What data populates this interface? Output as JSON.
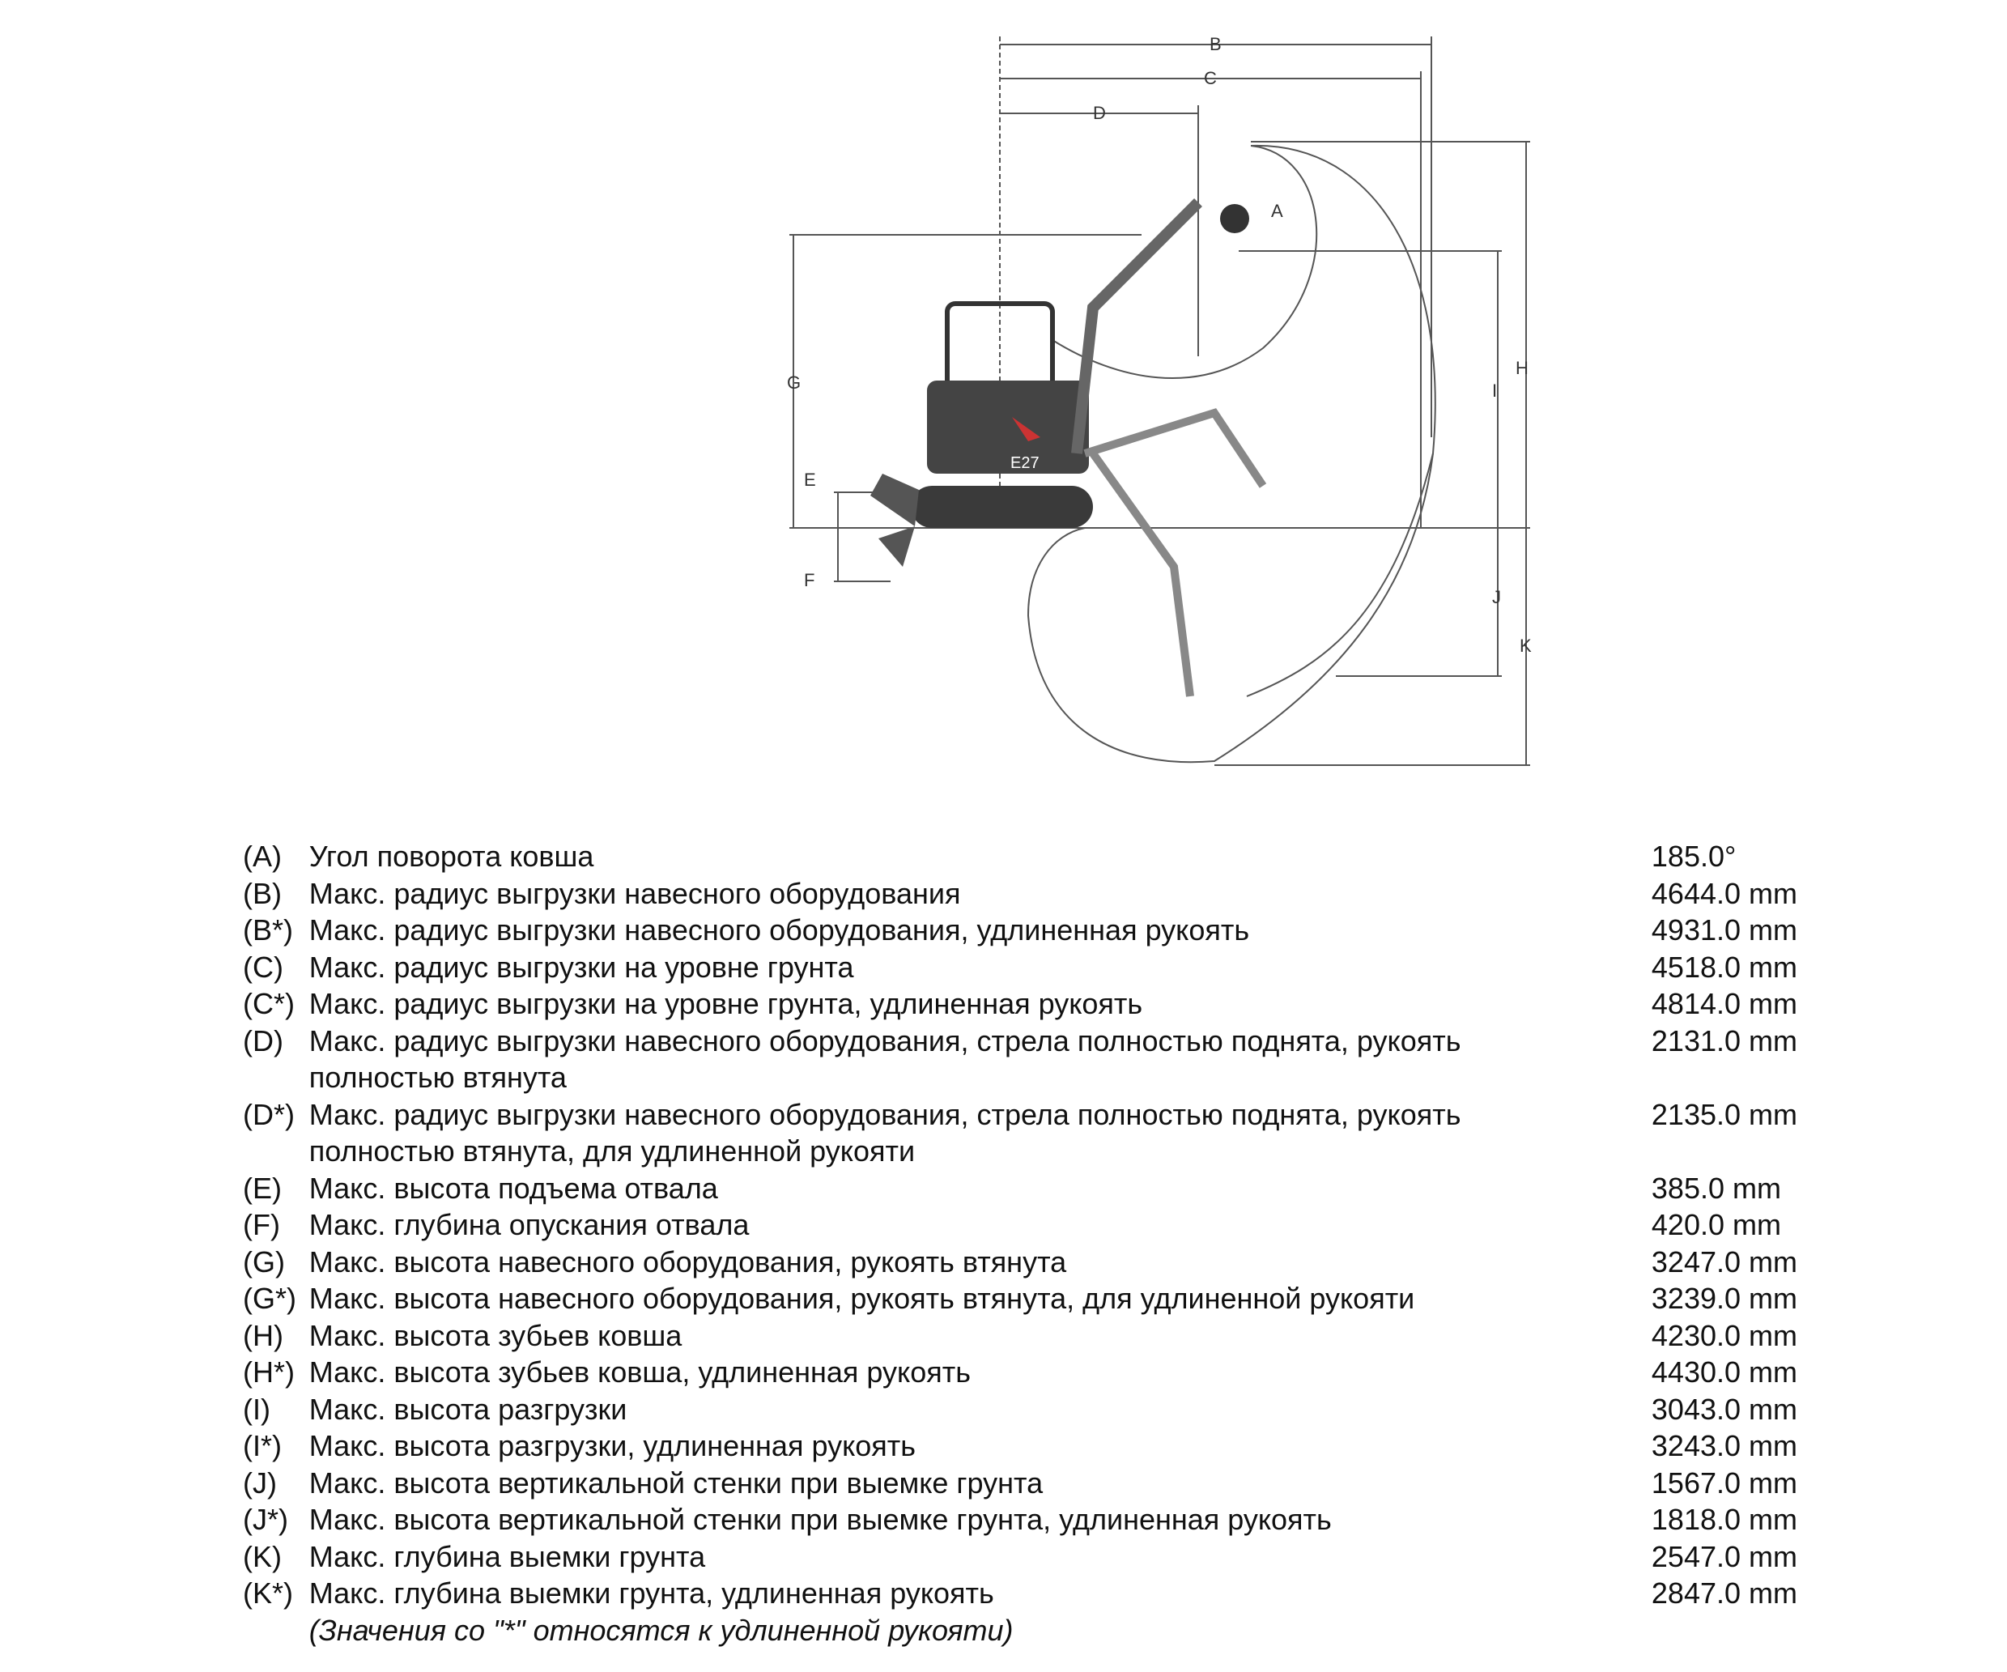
{
  "diagram": {
    "dimension_letters": [
      "A",
      "B",
      "C",
      "D",
      "E",
      "F",
      "G",
      "H",
      "I",
      "J",
      "K"
    ],
    "machine_badge": "E27"
  },
  "specs": [
    {
      "code": "(A)",
      "label": "Угол поворота ковша",
      "value": "185.0°"
    },
    {
      "code": "(B)",
      "label": "Макс. радиус выгрузки навесного оборудования",
      "value": "4644.0 mm"
    },
    {
      "code": "(B*)",
      "label": "Макс. радиус выгрузки навесного оборудования, удлиненная рукоять",
      "value": "4931.0 mm"
    },
    {
      "code": "(C)",
      "label": "Макс. радиус выгрузки на уровне грунта",
      "value": "4518.0 mm"
    },
    {
      "code": "(C*)",
      "label": "Макс. радиус выгрузки на уровне грунта, удлиненная рукоять",
      "value": "4814.0 mm"
    },
    {
      "code": "(D)",
      "label": "Макс. радиус выгрузки навесного оборудования, стрела полностью поднята, рукоять полностью втянута",
      "value": "2131.0 mm"
    },
    {
      "code": "(D*)",
      "label": "Макс. радиус выгрузки навесного оборудования, стрела полностью поднята, рукоять полностью втянута, для удлиненной рукояти",
      "value": "2135.0 mm"
    },
    {
      "code": "(E)",
      "label": "Макс. высота подъема отвала",
      "value": "385.0 mm"
    },
    {
      "code": "(F)",
      "label": "Макс. глубина опускания отвала",
      "value": "420.0 mm"
    },
    {
      "code": "(G)",
      "label": "Макс. высота навесного оборудования, рукоять втянута",
      "value": "3247.0 mm"
    },
    {
      "code": "(G*)",
      "label": "Макс. высота навесного оборудования, рукоять втянута, для удлиненной рукояти",
      "value": "3239.0 mm"
    },
    {
      "code": "(H)",
      "label": "Макс. высота зубьев ковша",
      "value": "4230.0 mm"
    },
    {
      "code": "(H*)",
      "label": "Макс. высота зубьев ковша, удлиненная рукоять",
      "value": "4430.0 mm"
    },
    {
      "code": "(I)",
      "label": "Макс. высота разгрузки",
      "value": "3043.0 mm"
    },
    {
      "code": "(I*)",
      "label": "Макс. высота разгрузки, удлиненная рукоять",
      "value": "3243.0 mm"
    },
    {
      "code": "(J)",
      "label": "Макс. высота вертикальной стенки при выемке грунта",
      "value": "1567.0 mm"
    },
    {
      "code": "(J*)",
      "label": "Макс. высота вертикальной стенки при выемке грунта, удлиненная рукоять",
      "value": "1818.0 mm"
    },
    {
      "code": "(K)",
      "label": "Макс. глубина выемки грунта",
      "value": "2547.0 mm"
    },
    {
      "code": "(K*)",
      "label": "Макс. глубина выемки грунта, удлиненная рукоять",
      "value": "2847.0 mm"
    }
  ],
  "footnote": "(Значения со \"*\" относятся к удлиненной рукояти)"
}
